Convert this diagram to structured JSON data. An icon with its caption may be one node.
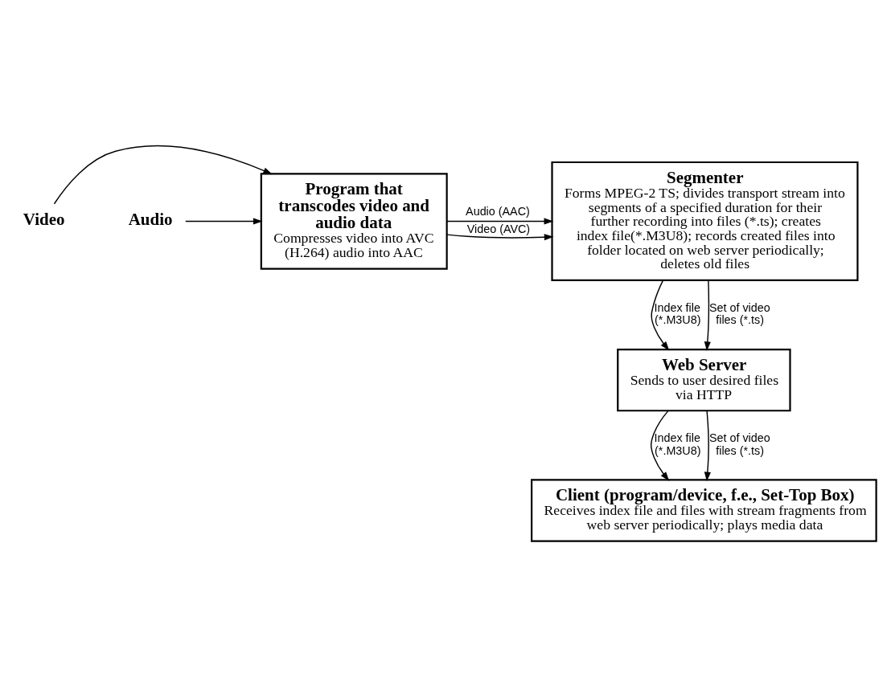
{
  "diagram": {
    "nodes": [
      {
        "text": [
          "Video"
        ]
      },
      {
        "text": [
          "Audio"
        ]
      },
      {
        "text": [
          "Program that transcodes video and audio data",
          "Compresses video into AVC (H.264) audio into AAC"
        ]
      },
      {
        "text": [
          "Segmenter",
          "Forms MPEG-2 TS; divides transport stream into segments of a specified duration for their further recording into files (*.ts); creates index file(*.M3U8); records created files into folder located on web server periodically; deletes old files"
        ]
      },
      {
        "text": [
          "Web Server",
          "Sends to user desired files via HTTP"
        ]
      },
      {
        "text": [
          "Client (program/device, f.e., Set-Top Box)",
          "Receives index file and files with stream fragments from web server periodically; plays media data"
        ]
      }
    ],
    "edges": [
      {
        "from": 0,
        "to": 2,
        "arrow": "to"
      },
      {
        "from": 1,
        "to": 2,
        "arrow": "to"
      },
      {
        "from": 2,
        "to": 3,
        "arrow": "to",
        "label": "Video (AVC)"
      },
      {
        "from": 2,
        "to": 3,
        "arrow": "to",
        "label": "Audio (AAC)"
      },
      {
        "from": 3,
        "to": 4,
        "arrow": "to",
        "label": "Index file (*.M3U8)"
      },
      {
        "from": 3,
        "to": 4,
        "arrow": "to",
        "label": "Set of video files (*.ts)"
      },
      {
        "from": 4,
        "to": 5,
        "arrow": "to",
        "label": "Index file (*.M3U8)"
      },
      {
        "from": 4,
        "to": 5,
        "arrow": "to",
        "label": "Set of video files (*.ts)"
      }
    ]
  }
}
